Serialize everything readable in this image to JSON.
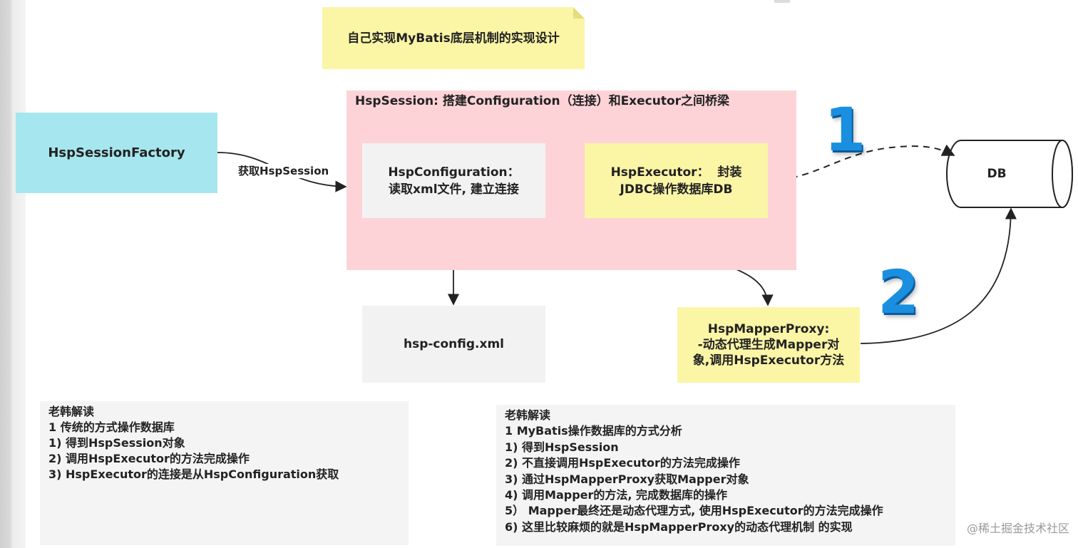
{
  "diagram": {
    "title": "自己实现MyBatis底层机制的实现设计",
    "nodes": {
      "factory": "HspSessionFactory",
      "session_title": "HspSession: 搭建Configuration（连接）和Executor之间桥梁",
      "configuration": [
        "HspConfiguration：",
        "读取xml文件, 建立连接"
      ],
      "executor": [
        "HspExecutor：  封装",
        "JDBC操作数据库DB"
      ],
      "config_xml": "hsp-config.xml",
      "mapper_proxy": [
        "HspMapperProxy:",
        "-动态代理生成Mapper对",
        "象,调用HspExecutor方法"
      ],
      "db": "DB"
    },
    "edges": {
      "factory_to_session": "获取HspSession"
    },
    "path_numbers": [
      "1",
      "2"
    ]
  },
  "notes": {
    "left": {
      "heading": "老韩解读",
      "lines": [
        "1 传统的方式操作数据库",
        "1) 得到HspSession对象",
        "2) 调用HspExecutor的方法完成操作",
        "3) HspExecutor的连接是从HspConfiguration获取"
      ]
    },
    "right": {
      "heading": "老韩解读",
      "lines": [
        "1 MyBatis操作数据库的方式分析",
        "1) 得到HspSession",
        "2) 不直接调用HspExecutor的方法完成操作",
        "3) 通过HspMapperProxy获取Mapper对象",
        "4) 调用Mapper的方法, 完成数据库的操作",
        "5） Mapper最终还是动态代理方式, 使用HspExecutor的方法完成操作",
        "6) 这里比较麻烦的就是HspMapperProxy的动态代理机制 的实现"
      ]
    }
  },
  "watermark": "@稀土掘金技术社区",
  "colors": {
    "title_note": "#fbf5a6",
    "factory": "#a6e6ef",
    "session": "#fdd3d8",
    "configuration": "#f2f2f2",
    "executor": "#fbf5a6",
    "mapper_proxy": "#fbf5a6",
    "numbers": "#1a8fe0"
  }
}
